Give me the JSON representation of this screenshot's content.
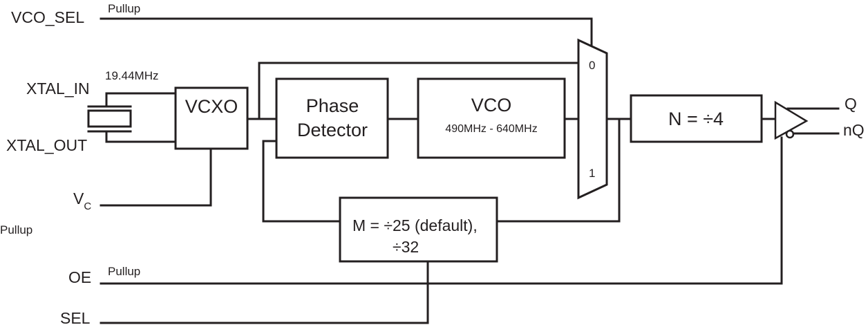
{
  "diagram": {
    "type": "block-diagram",
    "subject": "VCXO PLL clock generator",
    "inputs": {
      "vco_sel": {
        "label": "VCO_SEL",
        "note": "Pullup"
      },
      "xtal_in": {
        "label": "XTAL_IN",
        "note": "19.44MHz"
      },
      "xtal_out": {
        "label": "XTAL_OUT"
      },
      "vc": {
        "label": "V",
        "subscript": "C"
      },
      "oe": {
        "label": "OE",
        "note": "Pullup"
      },
      "sel": {
        "label": "SEL"
      },
      "floating_note": "Pullup"
    },
    "blocks": {
      "vcxo": {
        "label": "VCXO"
      },
      "phase_detector": {
        "line1": "Phase",
        "line2": "Detector"
      },
      "vco": {
        "label": "VCO",
        "range": "490MHz - 640MHz"
      },
      "mux": {
        "input0": "0",
        "input1": "1"
      },
      "n_divider": {
        "label": "N = ÷4"
      },
      "m_divider": {
        "line1": "M = ÷25 (default),",
        "line2": "÷32"
      }
    },
    "outputs": {
      "q": {
        "label": "Q"
      },
      "nq": {
        "label": "nQ"
      }
    }
  }
}
